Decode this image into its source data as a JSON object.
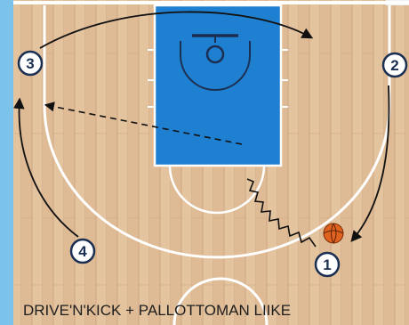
{
  "diagram": {
    "caption": "DRIVE'N'KICK + PALLOTTOMAN LIIKE",
    "players": [
      {
        "id": "p1",
        "label": "1"
      },
      {
        "id": "p2",
        "label": "2"
      },
      {
        "id": "p3",
        "label": "3"
      },
      {
        "id": "p4",
        "label": "4"
      }
    ],
    "colors": {
      "frame": "#7cc3ec",
      "paint": "#1f7fd0",
      "wood": "#e2c09a",
      "lines": "#ffffff",
      "player_stroke": "#1b2f52",
      "ball": "#e0621f"
    }
  }
}
